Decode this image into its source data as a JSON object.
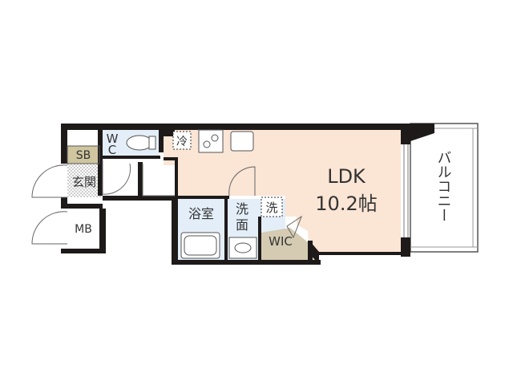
{
  "rooms": {
    "ldk": {
      "name": "LDK",
      "size": "10.2帖"
    },
    "balcony": "バルコニー",
    "bath": "浴室",
    "washroom_line1": "洗",
    "washroom_line2": "面",
    "washer": "洗",
    "wic": "WIC",
    "wc_line1": "W",
    "wc_line2": "C",
    "fridge": "冷",
    "entrance": "玄関",
    "shoe_box": "SB",
    "meter_box": "MB"
  },
  "colors": {
    "ldk_floor": "#fbe5d5",
    "wet_floor": "#e3eef8",
    "wic_floor": "#d4cbb2",
    "sb_floor": "#cfc59f",
    "entrance_floor": "#f0f0f0",
    "wall": "#1e1a1a"
  }
}
